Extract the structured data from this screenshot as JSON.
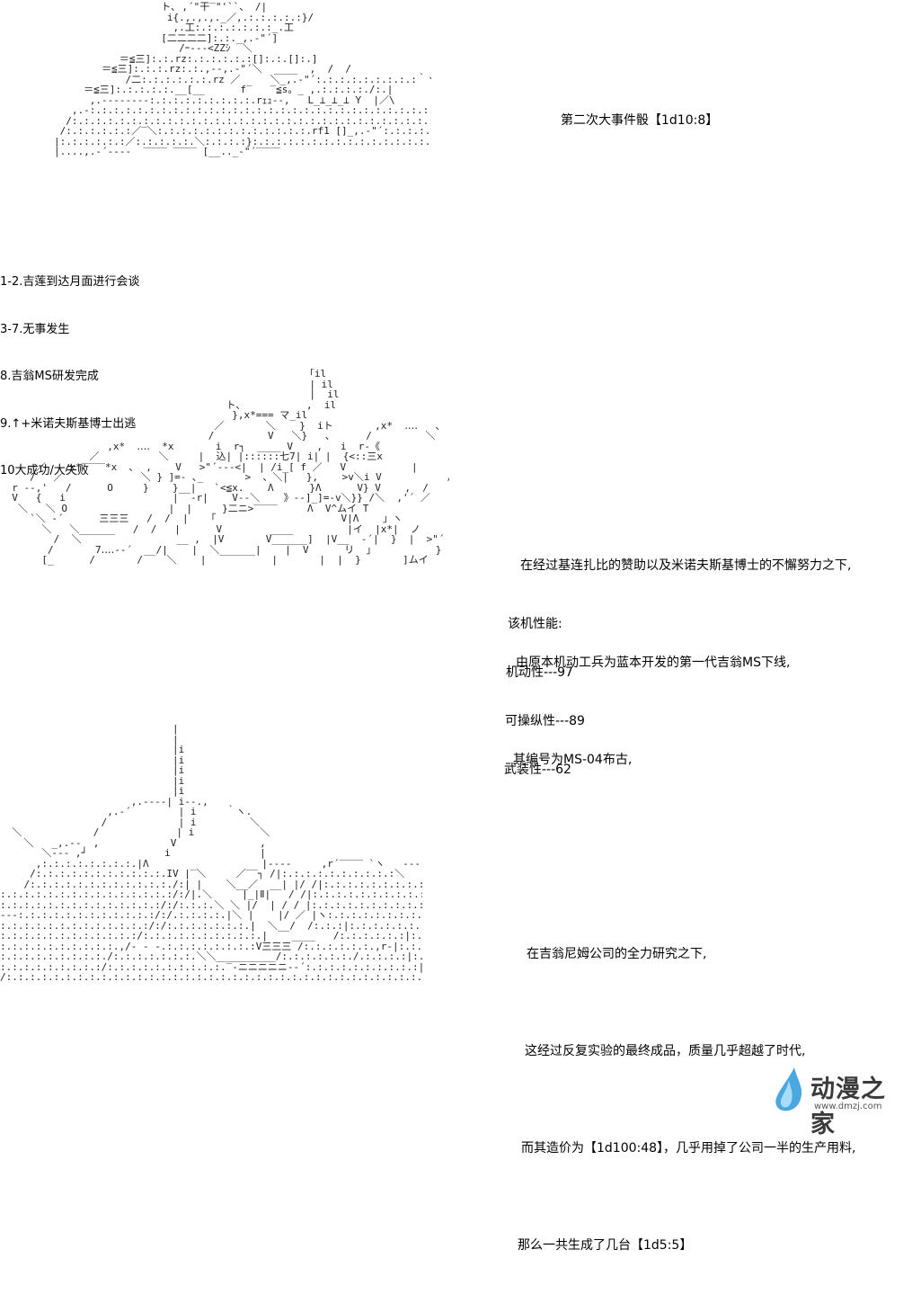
{
  "heading": "第二次大事件骰【1d10:8】",
  "events": [
    "1-2.吉莲到达月面进行会谈",
    "3-7.无事发生",
    "8.吉翁MS研发完成",
    "9.↑+米诺夫斯基博士出逃",
    "10大成功/大失败"
  ],
  "paragraph1": [
    "在经过基连扎比的赞助以及米诺夫斯基博士的不懈努力之下,",
    "由原本机动工兵为蓝本开发的第一代吉翁MS下线,",
    "其编号为MS-04布古,"
  ],
  "performance": {
    "title": "该机性能:",
    "mobility": "机动性---97",
    "handling": "可操纵性---89",
    "armament": "武装性---62"
  },
  "paragraph2": [
    "在吉翁尼姆公司的全力研究之下,",
    "这经过反复实验的最终成品，质量几乎超越了时代,",
    "而其造价为【1d100:48】，几乎用掉了公司一半的生产用料,",
    "那么一共生成了几台【1d5:5】"
  ],
  "watermark": {
    "name": "动漫之家",
    "url": "www.dmzj.com"
  }
}
